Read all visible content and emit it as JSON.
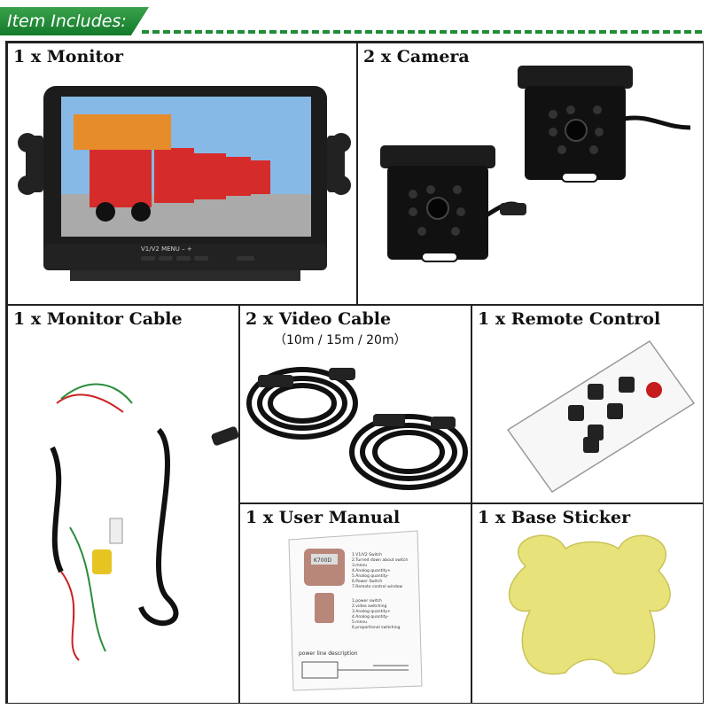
{
  "banner": {
    "title": "Item Includes:"
  },
  "items": [
    {
      "label": "1 x Monitor"
    },
    {
      "label": "2 x Camera"
    },
    {
      "label": "1 x Monitor Cable"
    },
    {
      "label": "2 x Video Cable",
      "sublabel": "（10m / 15m / 20m）"
    },
    {
      "label": "1 x Remote Control"
    },
    {
      "label": "1 x User Manual"
    },
    {
      "label": "1 x Base Sticker"
    }
  ],
  "monitor": {
    "buttons": "V1/V2   MENU   –   +"
  },
  "manual": {
    "model": "K700D",
    "lines": [
      "1.V1/V2 Switch",
      "2.Turned down about switch",
      "3.menu",
      "4.Analog quantity+",
      "5.Analog quantity-",
      "6.Power Switch",
      "7.Remote control window"
    ],
    "lines2": [
      "1.power switch",
      "2.video switching",
      "3.Analog quantity+",
      "4.Analog quantity-",
      "5.menu",
      "6.proportional switching"
    ],
    "footer": "power line description"
  },
  "colors": {
    "banner": "#1f8c37",
    "sticker": "#e8e27a"
  }
}
